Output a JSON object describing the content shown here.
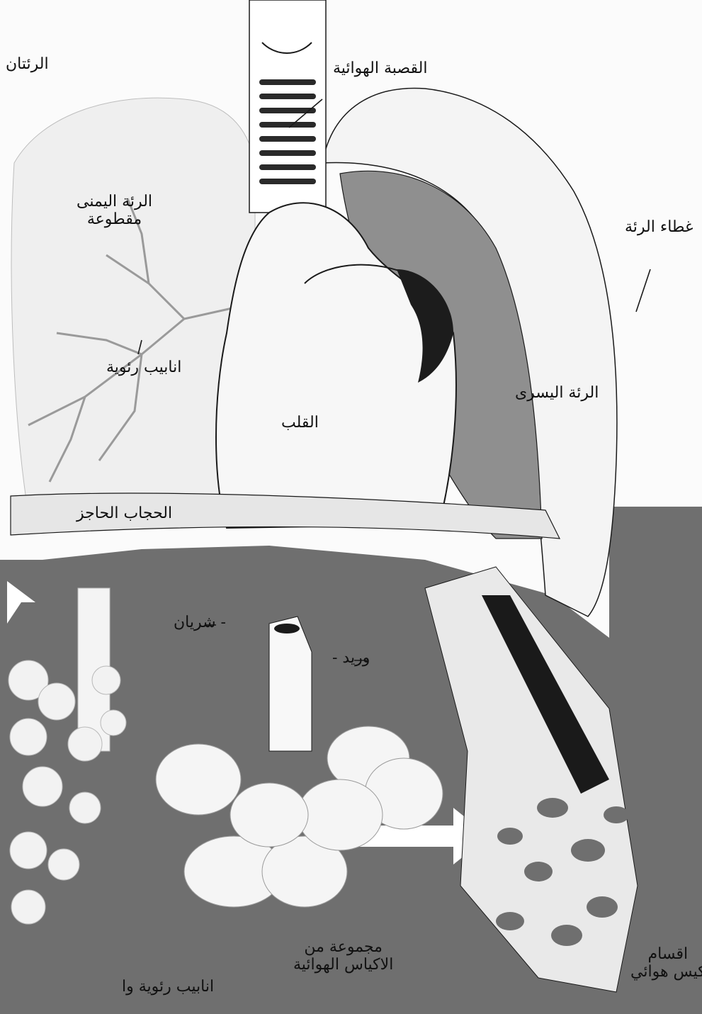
{
  "figure": {
    "labels": {
      "lungs": "الرئتان",
      "trachea": "القصبة الهوائية",
      "right_lung_cut_line1": "الرئة اليمنى",
      "right_lung_cut_line2": "مقطوعة",
      "lung_cover": "غطاء الرئة",
      "bronchial_tubes": "انابيب رئوية",
      "heart": "القلب",
      "left_lung": "الرئة اليسرى",
      "diaphragm": "الحجاب الحاجز",
      "artery": "- شريان",
      "vein": "وريد -",
      "air_sacs_group_line1": "مجموعة من",
      "air_sacs_group_line2": "الاكياس الهوائية",
      "bronchial_tubes_and": "انابيب رئوية وا",
      "air_sac_sections_line1": "اقسام",
      "air_sac_sections_line2": "كيس هوائي"
    },
    "colors": {
      "background_dark": "#6d6d6d",
      "background_light": "#fbfbfb",
      "left_lung_shade": "#8a8a8a",
      "line": "#1a1a1a"
    }
  }
}
